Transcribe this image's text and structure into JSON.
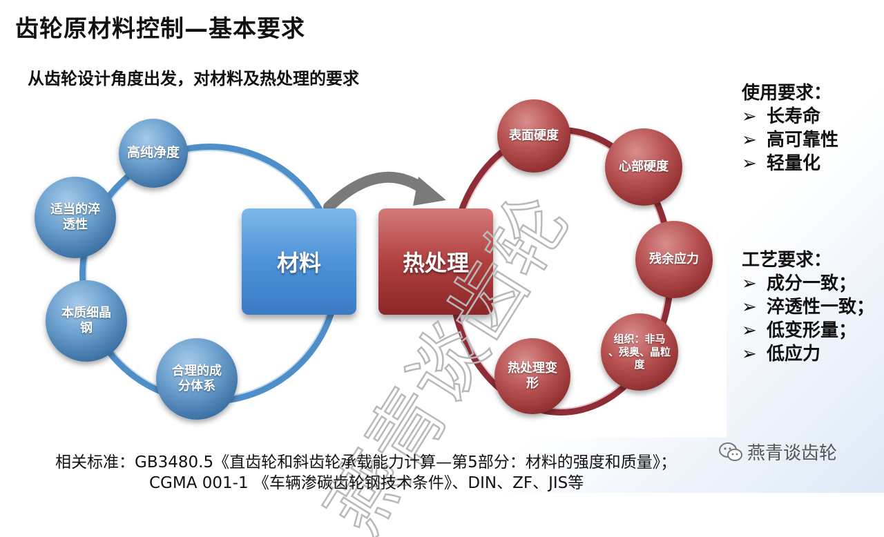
{
  "title": "齿轮原材料控制—基本要求",
  "subtitle": "从齿轮设计角度出发，对材料及热处理的要求",
  "diagram": {
    "material_center": "材料",
    "heat_center": "热处理",
    "material_nodes": [
      {
        "label_lines": [
          "高纯净度"
        ]
      },
      {
        "label_lines": [
          "适当的淬",
          "透性"
        ]
      },
      {
        "label_lines": [
          "本质细晶",
          "钢"
        ]
      },
      {
        "label_lines": [
          "合理的成",
          "分体系"
        ]
      }
    ],
    "heat_nodes": [
      {
        "label_lines": [
          "表面硬度"
        ]
      },
      {
        "label_lines": [
          "心部硬度"
        ]
      },
      {
        "label_lines": [
          "残余应力"
        ]
      },
      {
        "label_lines": [
          "组织：非马",
          "、残奥、晶粒",
          "度"
        ]
      },
      {
        "label_lines": [
          "热处理变",
          "形"
        ]
      }
    ],
    "colors": {
      "blue_ring": "#4f8fc9",
      "red_ring": "#8f2d36",
      "arrow": "#7a7a7a"
    }
  },
  "usage": {
    "heading": "使用要求：",
    "items": [
      "长寿命",
      "高可靠性",
      "轻量化"
    ]
  },
  "process": {
    "heading": "工艺要求：",
    "items": [
      "成分一致；",
      "淬透性一致；",
      "低变形量；",
      "低应力"
    ]
  },
  "bullet": "➢",
  "standards": {
    "line1": "相关标准：GB3480.5《直齿轮和斜齿轮承载能力计算—第5部分：材料的强度和质量》；",
    "line2": "CGMA 001-1 《车辆渗碳齿轮钢技术条件》、DIN、ZF、JIS等"
  },
  "watermark": {
    "diagonal": "燕青谈齿轮",
    "corner": "燕青谈齿轮",
    "corner_icon": "wechat-icon"
  }
}
